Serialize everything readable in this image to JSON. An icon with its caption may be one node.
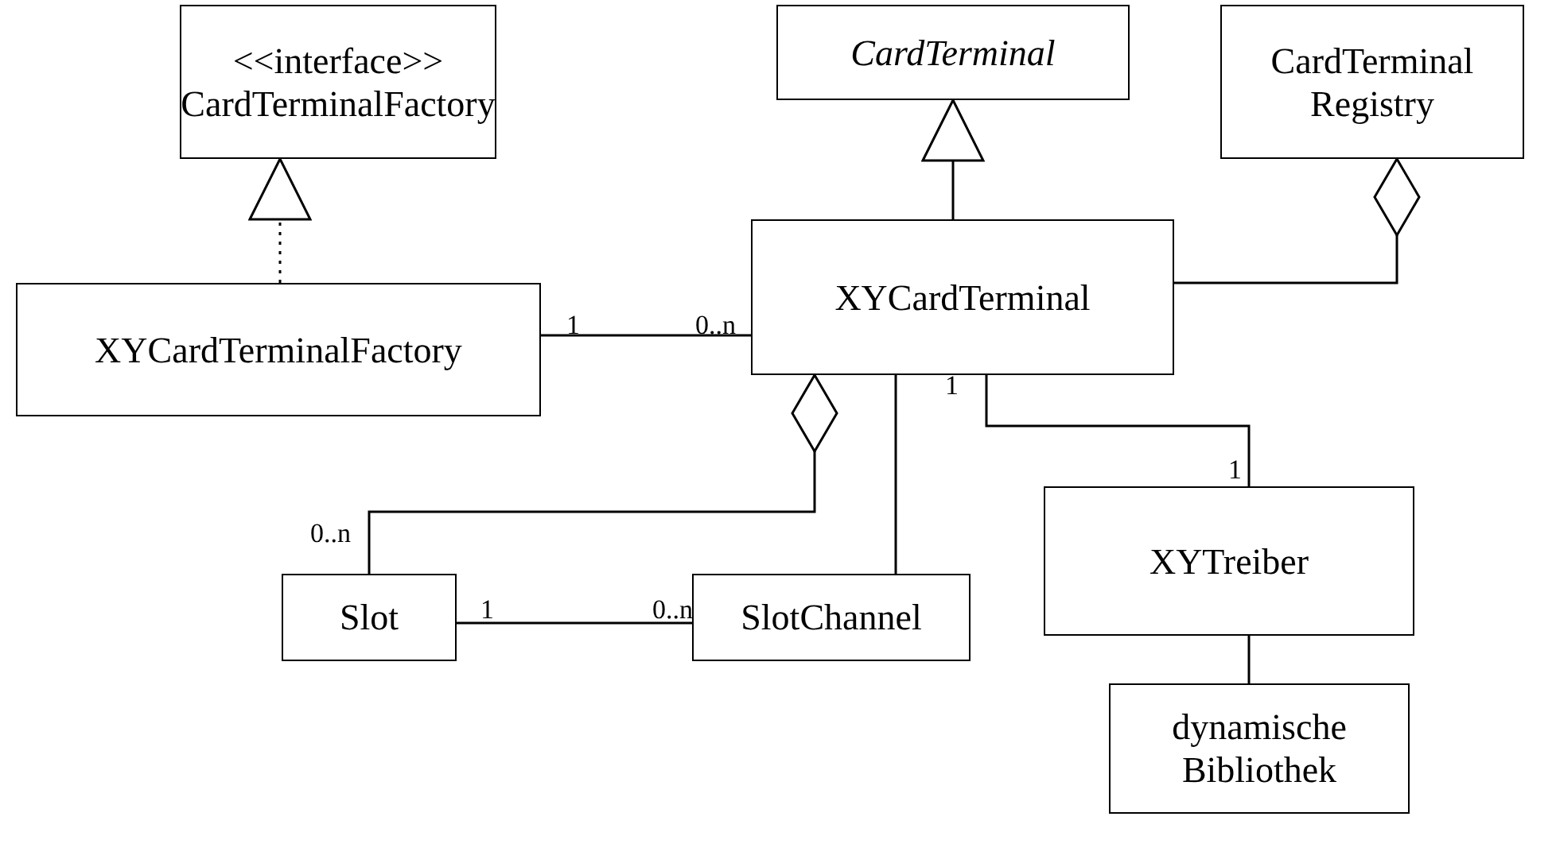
{
  "diagram": {
    "nodes": [
      {
        "text": [
          "<<interface>>",
          "CardTerminalFactory"
        ]
      },
      {
        "text": [
          "CardTerminal"
        ]
      },
      {
        "text": [
          "CardTerminal Registry"
        ]
      },
      {
        "text": [
          "XYCardTerminalFactory"
        ]
      },
      {
        "text": [
          "XYCardTerminal"
        ]
      },
      {
        "text": [
          "Slot"
        ]
      },
      {
        "text": [
          "SlotChannel"
        ]
      },
      {
        "text": [
          "XYTreiber"
        ]
      },
      {
        "text": [
          "dynamische Bibliothek"
        ]
      }
    ],
    "edges": [
      {
        "from": 3,
        "to": 0,
        "arrow": "to",
        "style": "dashed"
      },
      {
        "from": 4,
        "to": 1,
        "arrow": "to"
      },
      {
        "from": 4,
        "to": 2,
        "arrow": "other"
      },
      {
        "from": 3,
        "to": 4,
        "arrow": "none"
      },
      {
        "from": 5,
        "to": 4,
        "arrow": "other"
      },
      {
        "from": 5,
        "to": 6,
        "arrow": "none"
      },
      {
        "from": 4,
        "to": 6,
        "arrow": "none"
      },
      {
        "from": 4,
        "to": 7,
        "arrow": "none"
      },
      {
        "from": 7,
        "to": 8,
        "arrow": "none"
      }
    ],
    "labels": [
      "1",
      "0..n",
      "1",
      "1",
      "0..n",
      "1",
      "0..n"
    ]
  }
}
